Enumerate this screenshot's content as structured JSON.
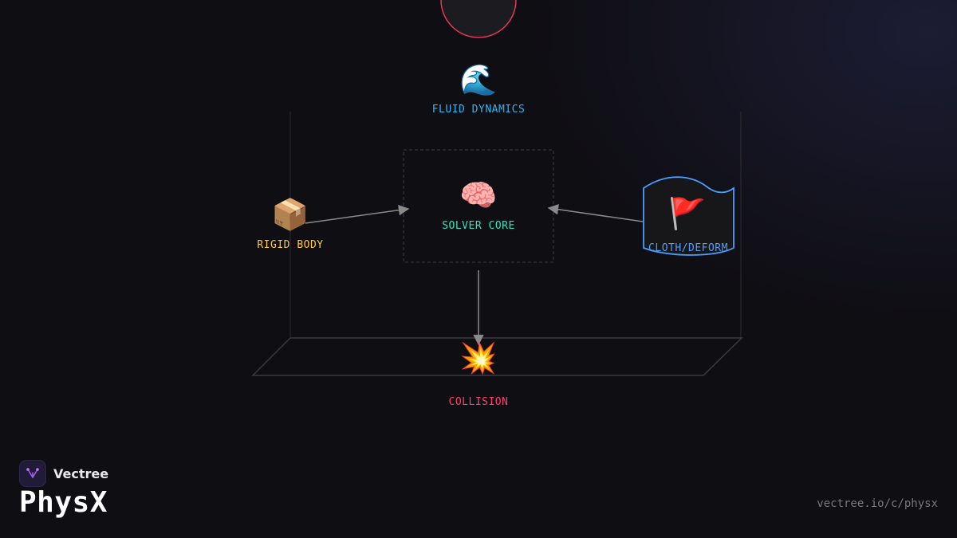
{
  "nodes": {
    "fluid": {
      "icon": "wave-icon",
      "glyph": "🌊",
      "label": "FLUID DYNAMICS",
      "color": "#29b6f6"
    },
    "solver": {
      "icon": "brain-icon",
      "glyph": "🧠",
      "label": "SOLVER CORE",
      "color": "#2ee6c0"
    },
    "rigid": {
      "icon": "box-icon",
      "glyph": "📦",
      "label": "RIGID BODY",
      "color": "#ffc83d"
    },
    "cloth": {
      "icon": "flag-icon",
      "glyph": "🚩",
      "label": "CLOTH/DEFORM",
      "color": "#4a9eff"
    },
    "collision": {
      "icon": "explosion-icon",
      "glyph": "💥",
      "label": "COLLISION",
      "color": "#ff3d6e"
    }
  },
  "edges": [
    {
      "from": "rigid",
      "to": "solver"
    },
    {
      "from": "cloth",
      "to": "solver"
    },
    {
      "from": "solver",
      "to": "collision"
    }
  ],
  "top_circle_color": "#e6375a",
  "brand": {
    "name": "Vectree",
    "logo_icon": "vectree-logo-icon",
    "product": "PhysX",
    "url": "vectree.io/c/physx"
  }
}
